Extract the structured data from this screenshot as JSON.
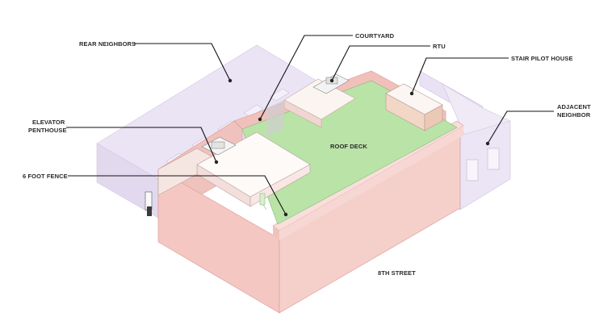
{
  "labels": {
    "rear_neighbors": "REAR NEIGHBORS",
    "courtyard": "COURTYARD",
    "rtu": "RTU",
    "stair_pilot_house": "STAIR PILOT HOUSE",
    "adjacent_neighbor_line1": "ADJACENT",
    "adjacent_neighbor_line2": "NEIGHBOR",
    "elevator_penthouse_line1": "ELEVATOR",
    "elevator_penthouse_line2": "PENTHOUSE",
    "roof_deck": "ROOF DECK",
    "six_foot_fence": "6 FOOT FENCE",
    "street": "8TH STREET"
  },
  "colors": {
    "background": "#ffffff",
    "building_front": "#f3c6c2",
    "building_side": "#efb9b4",
    "building_top": "#f7d8d4",
    "roof_deck": "#b8e4a6",
    "neighbors": "#e7def3",
    "neighbors_shade": "#d9cfe8",
    "penthouse": "#fbf6f3"
  }
}
